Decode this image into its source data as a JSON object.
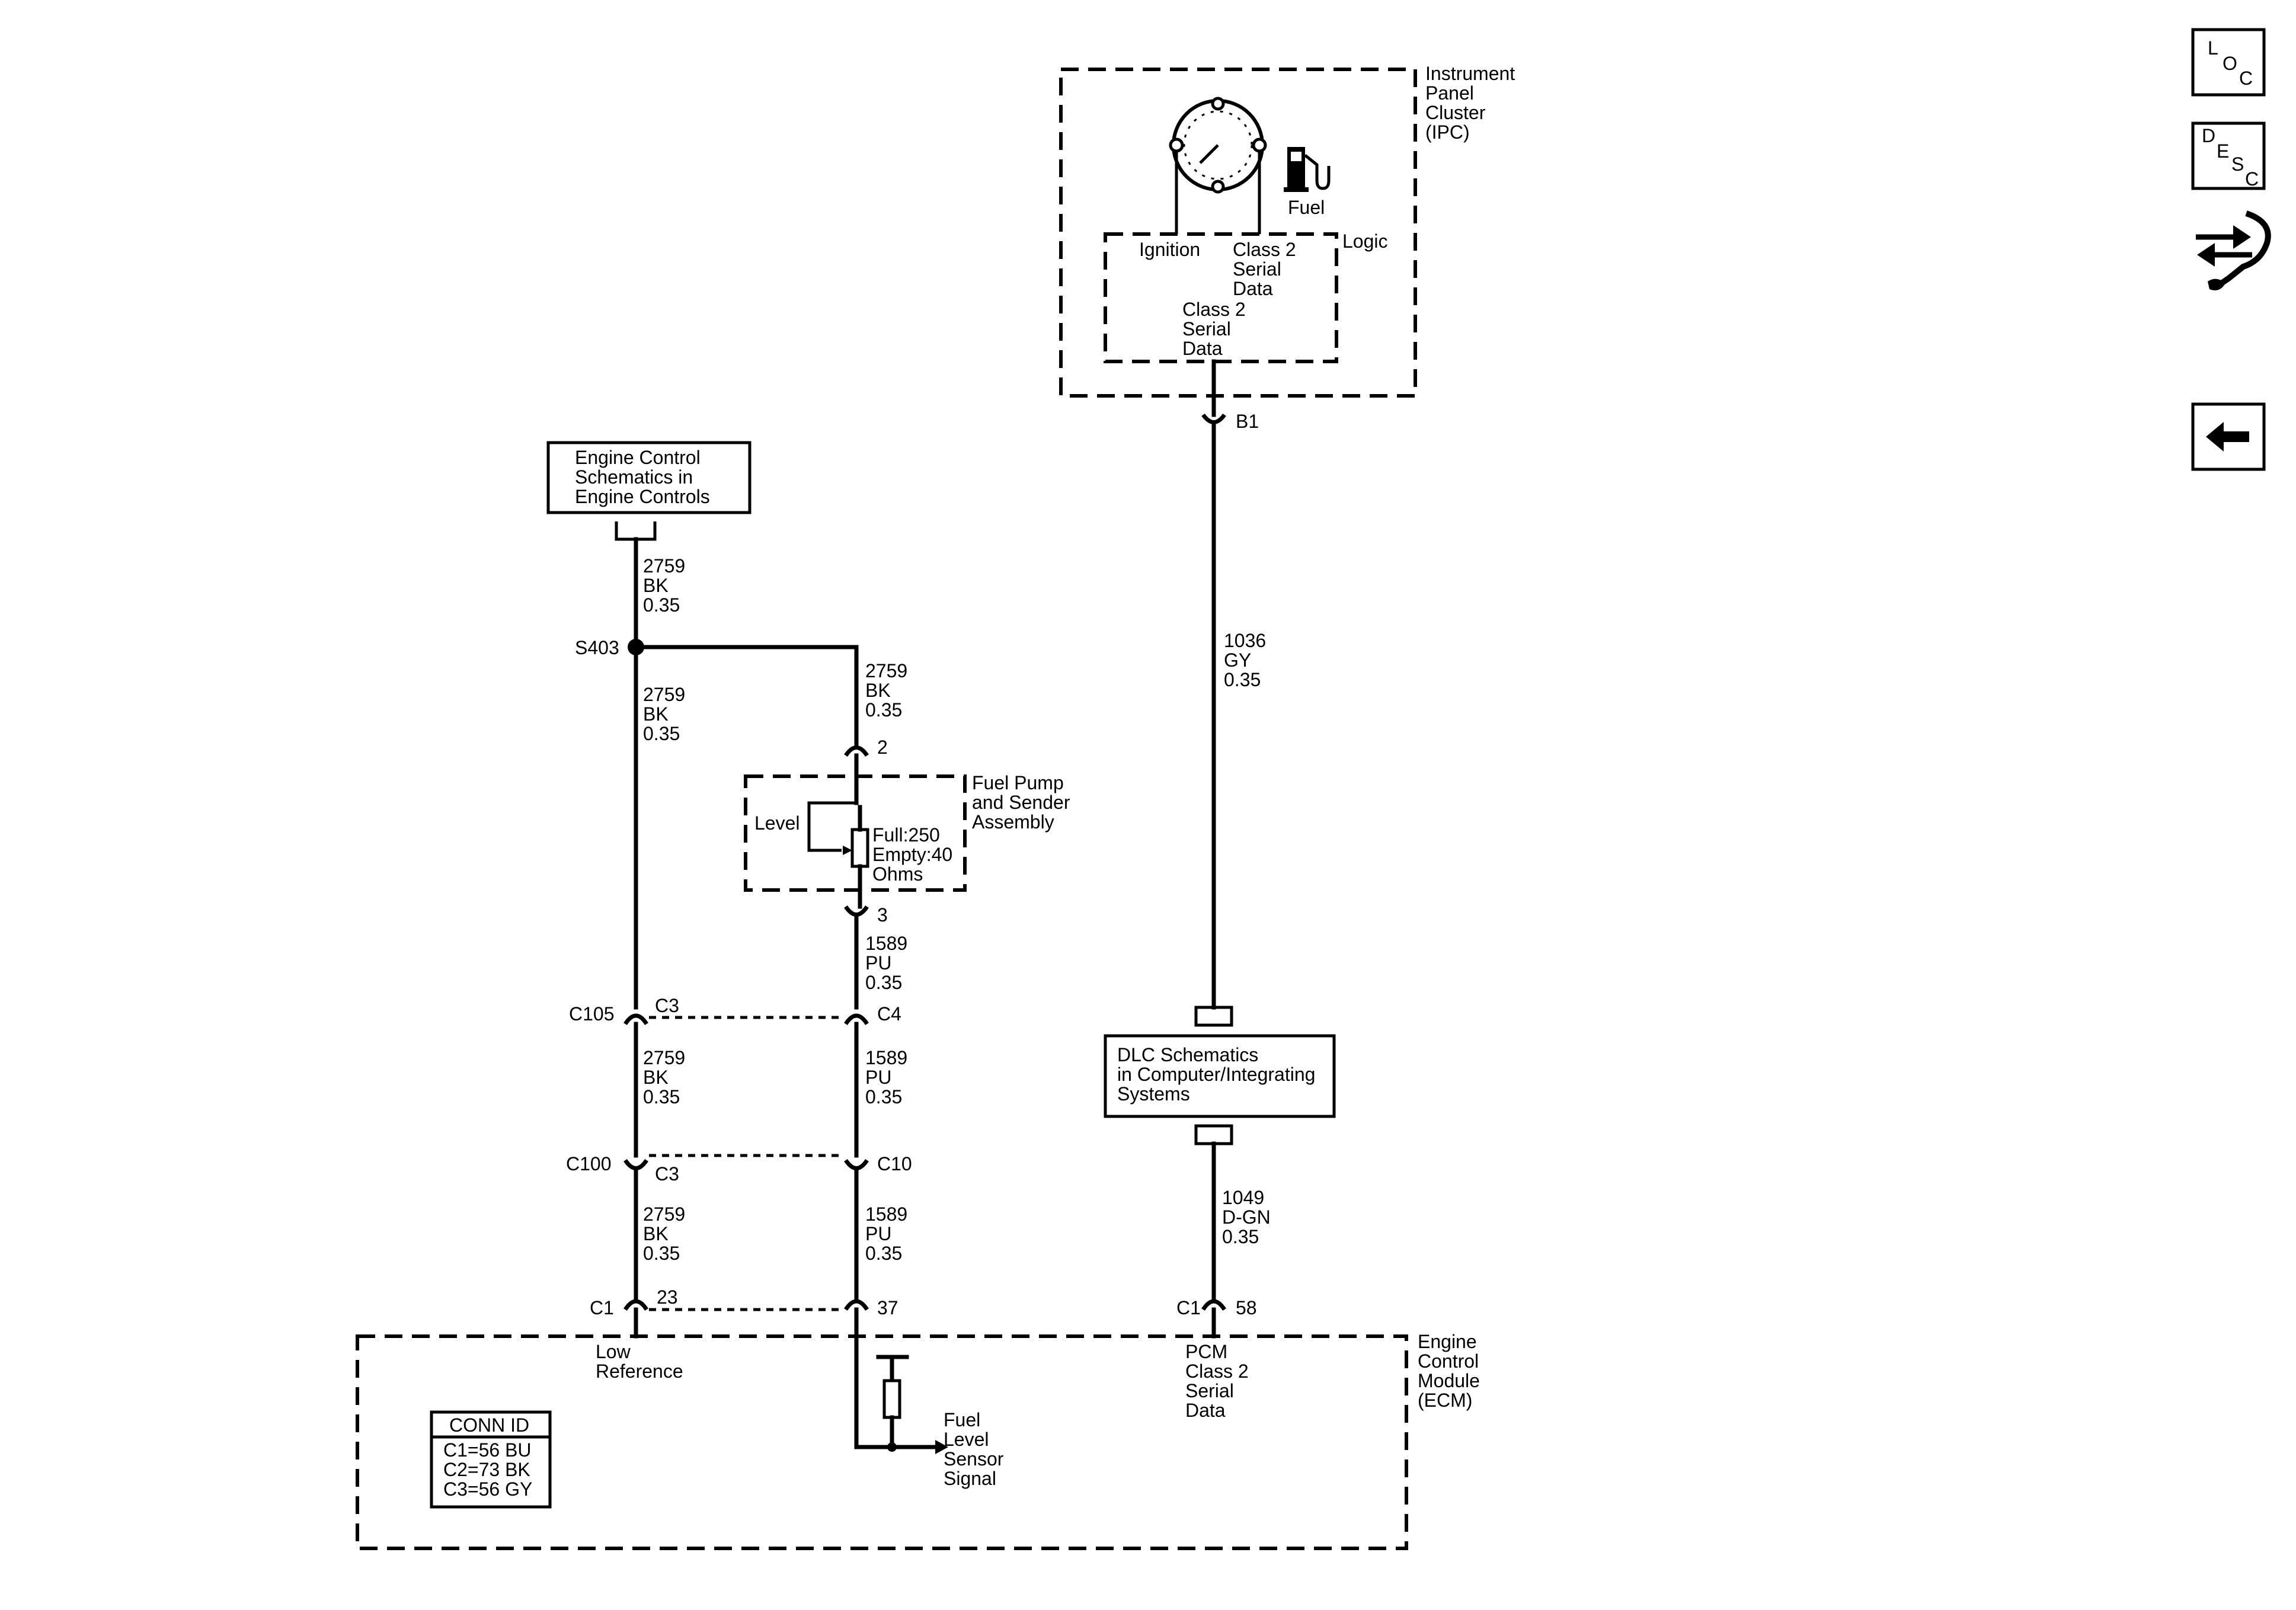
{
  "ipc": {
    "name_lines": [
      "Instrument",
      "Panel",
      "Cluster",
      "(IPC)"
    ],
    "fuel_label": "Fuel",
    "logic_label": "Logic",
    "ignition_label": "Ignition",
    "class2_top_lines": [
      "Class 2",
      "Serial",
      "Data"
    ],
    "class2_bottom_lines": [
      "Class 2",
      "Serial",
      "Data"
    ],
    "connector_b1": "B1"
  },
  "engine_control_ref": {
    "lines": [
      "Engine Control",
      "Schematics in",
      "Engine Controls"
    ]
  },
  "dlc_ref": {
    "lines": [
      "DLC Schematics",
      "in Computer/Integrating",
      "Systems"
    ]
  },
  "fuel_pump": {
    "name_lines": [
      "Fuel Pump",
      "and Sender",
      "Assembly"
    ],
    "level_label": "Level",
    "spec_lines": [
      "Full:250",
      "Empty:40",
      "Ohms"
    ],
    "pin_top": "2",
    "pin_bottom": "3"
  },
  "splice": {
    "label": "S403"
  },
  "wires": {
    "w_top": [
      "2759",
      "BK",
      "0.35"
    ],
    "w_left_mid": [
      "2759",
      "BK",
      "0.35"
    ],
    "w_right_top": [
      "2759",
      "BK",
      "0.35"
    ],
    "w_pu_1": [
      "1589",
      "PU",
      "0.35"
    ],
    "w_bk_2": [
      "2759",
      "BK",
      "0.35"
    ],
    "w_pu_2": [
      "1589",
      "PU",
      "0.35"
    ],
    "w_bk_3": [
      "2759",
      "BK",
      "0.35"
    ],
    "w_pu_3": [
      "1589",
      "PU",
      "0.35"
    ],
    "w_gy": [
      "1036",
      "GY",
      "0.35"
    ],
    "w_dgn": [
      "1049",
      "D-GN",
      "0.35"
    ]
  },
  "connectors": {
    "c105": "C105",
    "c105_left_pin": "C3",
    "c105_right_pin": "C4",
    "c100": "C100",
    "c100_left_pin": "C3",
    "c100_right_pin": "C10",
    "c1_left": "C1",
    "c1_left_pin": "23",
    "c1_mid_pin": "37",
    "c1_right": "C1",
    "c1_right_pin": "58"
  },
  "ecm": {
    "name_lines": [
      "Engine",
      "Control",
      "Module",
      "(ECM)"
    ],
    "low_ref_lines": [
      "Low",
      "Reference"
    ],
    "fuel_signal_lines": [
      "Fuel",
      "Level",
      "Sensor",
      "Signal"
    ],
    "pcm_lines": [
      "PCM",
      "Class 2",
      "Serial",
      "Data"
    ]
  },
  "conn_id": {
    "title": "CONN ID",
    "rows": [
      "C1=56 BU",
      "C2=73 BK",
      "C3=56 GY"
    ]
  },
  "nav": {
    "loc": [
      "L",
      "O",
      "C"
    ],
    "desc": [
      "D",
      "E",
      "S",
      "C"
    ]
  },
  "icons": [
    "gauge-icon",
    "fuel-pump-icon",
    "wrench-arrows-icon",
    "back-arrow-icon"
  ]
}
